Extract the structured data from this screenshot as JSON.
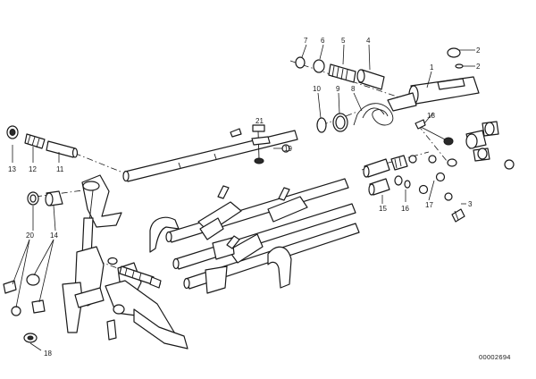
{
  "callouts": {
    "c1": "1",
    "c2a": "2",
    "c2b": "2",
    "c3": "3",
    "c4": "4",
    "c5": "5",
    "c6": "6",
    "c7": "7",
    "c8": "8",
    "c9": "9",
    "c10": "10",
    "c11": "11",
    "c12": "12",
    "c13": "13",
    "c14": "14",
    "c15": "15",
    "c16": "16",
    "c17": "17",
    "c18a": "18",
    "c18b": "18",
    "c19": "19",
    "c20": "20",
    "c21": "21"
  },
  "drawing_code": "00002694"
}
